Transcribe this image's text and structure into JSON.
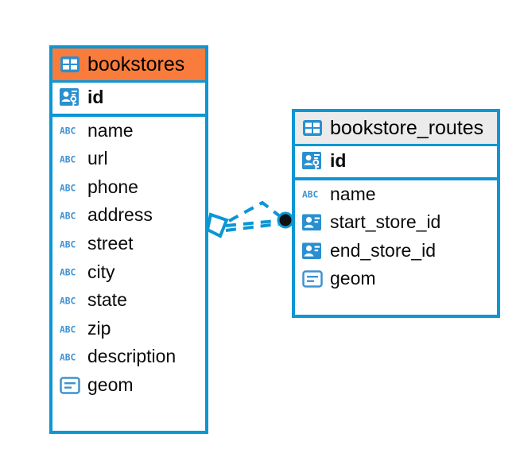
{
  "diagram": {
    "type": "entity-relationship-diagram",
    "background_color": "#ffffff",
    "accent_color": "#0d96d4",
    "highlight_color": "#f97c3c",
    "header_grey": "#ebebeb"
  },
  "entities": [
    {
      "name": "bookstores",
      "header_icon": "table-icon",
      "header_style": "orange",
      "fields": [
        {
          "name": "id",
          "icon": "primary-key-icon",
          "key": true
        },
        {
          "name": "name",
          "icon": "abc-icon",
          "key": false
        },
        {
          "name": "url",
          "icon": "abc-icon",
          "key": false
        },
        {
          "name": "phone",
          "icon": "abc-icon",
          "key": false
        },
        {
          "name": "address",
          "icon": "abc-icon",
          "key": false
        },
        {
          "name": "street",
          "icon": "abc-icon",
          "key": false
        },
        {
          "name": "city",
          "icon": "abc-icon",
          "key": false
        },
        {
          "name": "state",
          "icon": "abc-icon",
          "key": false
        },
        {
          "name": "zip",
          "icon": "abc-icon",
          "key": false
        },
        {
          "name": "description",
          "icon": "abc-icon",
          "key": false
        },
        {
          "name": "geom",
          "icon": "geometry-icon",
          "key": false
        }
      ]
    },
    {
      "name": "bookstore_routes",
      "header_icon": "table-icon",
      "header_style": "grey",
      "fields": [
        {
          "name": "id",
          "icon": "primary-key-icon",
          "key": true
        },
        {
          "name": "name",
          "icon": "abc-icon",
          "key": false
        },
        {
          "name": "start_store_id",
          "icon": "foreign-key-icon",
          "key": false
        },
        {
          "name": "end_store_id",
          "icon": "foreign-key-icon",
          "key": false
        },
        {
          "name": "geom",
          "icon": "geometry-icon",
          "key": false
        }
      ]
    }
  ],
  "relationship": {
    "from_entity": "bookstores",
    "to_entity": "bookstore_routes",
    "from_cardinality": "crows-foot-many",
    "to_cardinality": "filled-circle-one",
    "line_style": "dashed"
  }
}
